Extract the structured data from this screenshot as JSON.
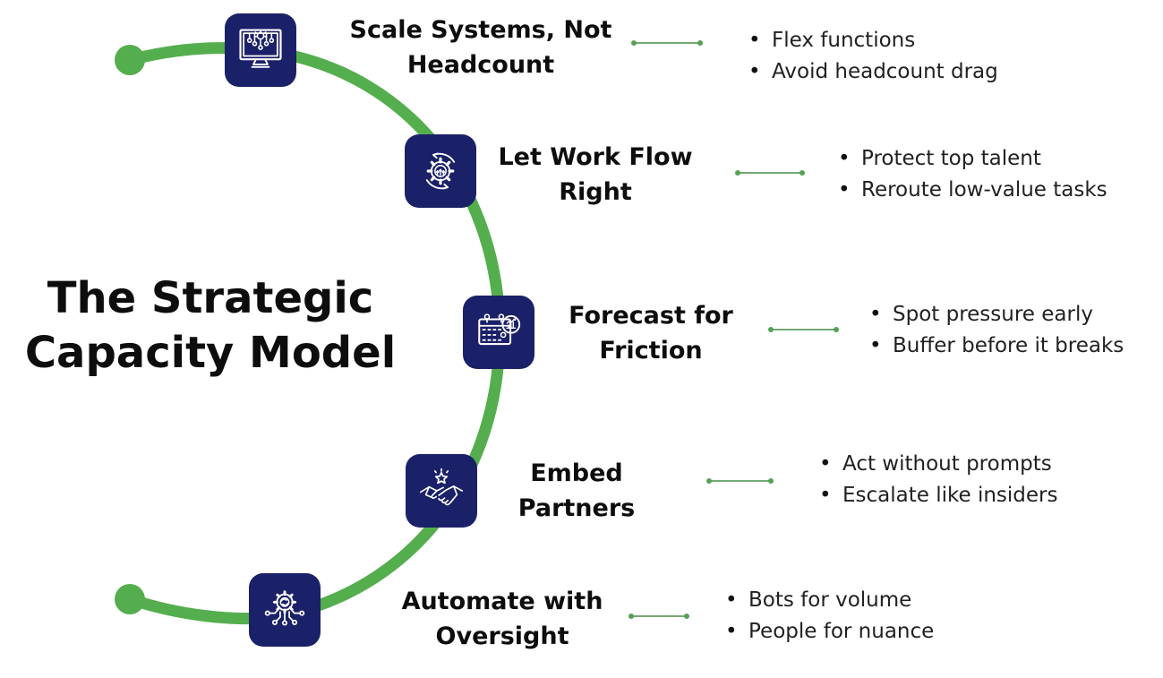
{
  "title": {
    "line1": "The Strategic",
    "line2": "Capacity Model"
  },
  "colors": {
    "arc_green": "#55ae4e",
    "icon_navy": "#1b2168",
    "connector_green": "#74a874",
    "connector_dot": "#54a154",
    "title_black": "#0d0d0d",
    "bullet_black": "#212121"
  },
  "stages": [
    {
      "icon": "monitor-network-icon",
      "title_line1": "Scale Systems, Not",
      "title_line2": "Headcount",
      "bullets": [
        "Flex functions",
        "Avoid headcount drag"
      ]
    },
    {
      "icon": "gear-cycle-icon",
      "title_line1": "Let Work Flow",
      "title_line2": "Right",
      "bullets": [
        "Protect top talent",
        "Reroute low-value tasks"
      ]
    },
    {
      "icon": "calendar-forecast-icon",
      "title_line1": "Forecast for",
      "title_line2": "Friction",
      "bullets": [
        "Spot pressure early",
        "Buffer before it breaks"
      ]
    },
    {
      "icon": "handshake-star-icon",
      "title_line1": "Embed",
      "title_line2": "Partners",
      "bullets": [
        "Act without prompts",
        "Escalate like insiders"
      ]
    },
    {
      "icon": "gear-circuit-icon",
      "title_line1": "Automate with",
      "title_line2": "Oversight",
      "bullets": [
        "Bots for volume",
        "People for nuance"
      ]
    }
  ]
}
